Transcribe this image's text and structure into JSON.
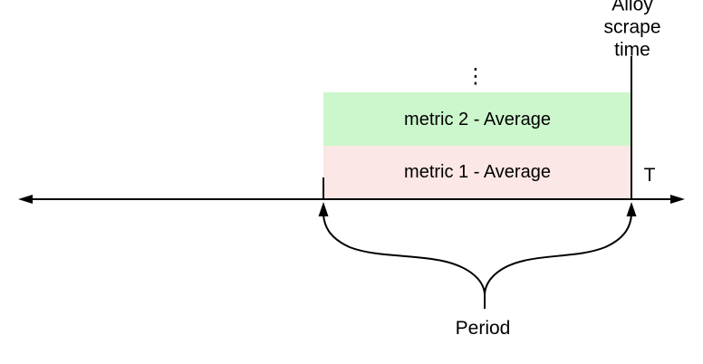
{
  "colors": {
    "line": "#000000",
    "metric2_fill": "#ccf7cc",
    "metric1_fill": "#fbe7e5"
  },
  "labels": {
    "alloy_scrape_time": "Alloy\nscrape time",
    "t": "T",
    "ellipsis": "⋮",
    "period": "Period"
  },
  "boxes": [
    {
      "label": "metric 2 - Average",
      "fill": "#ccf7cc"
    },
    {
      "label": "metric 1 - Average",
      "fill": "#fbe7e5"
    }
  ]
}
